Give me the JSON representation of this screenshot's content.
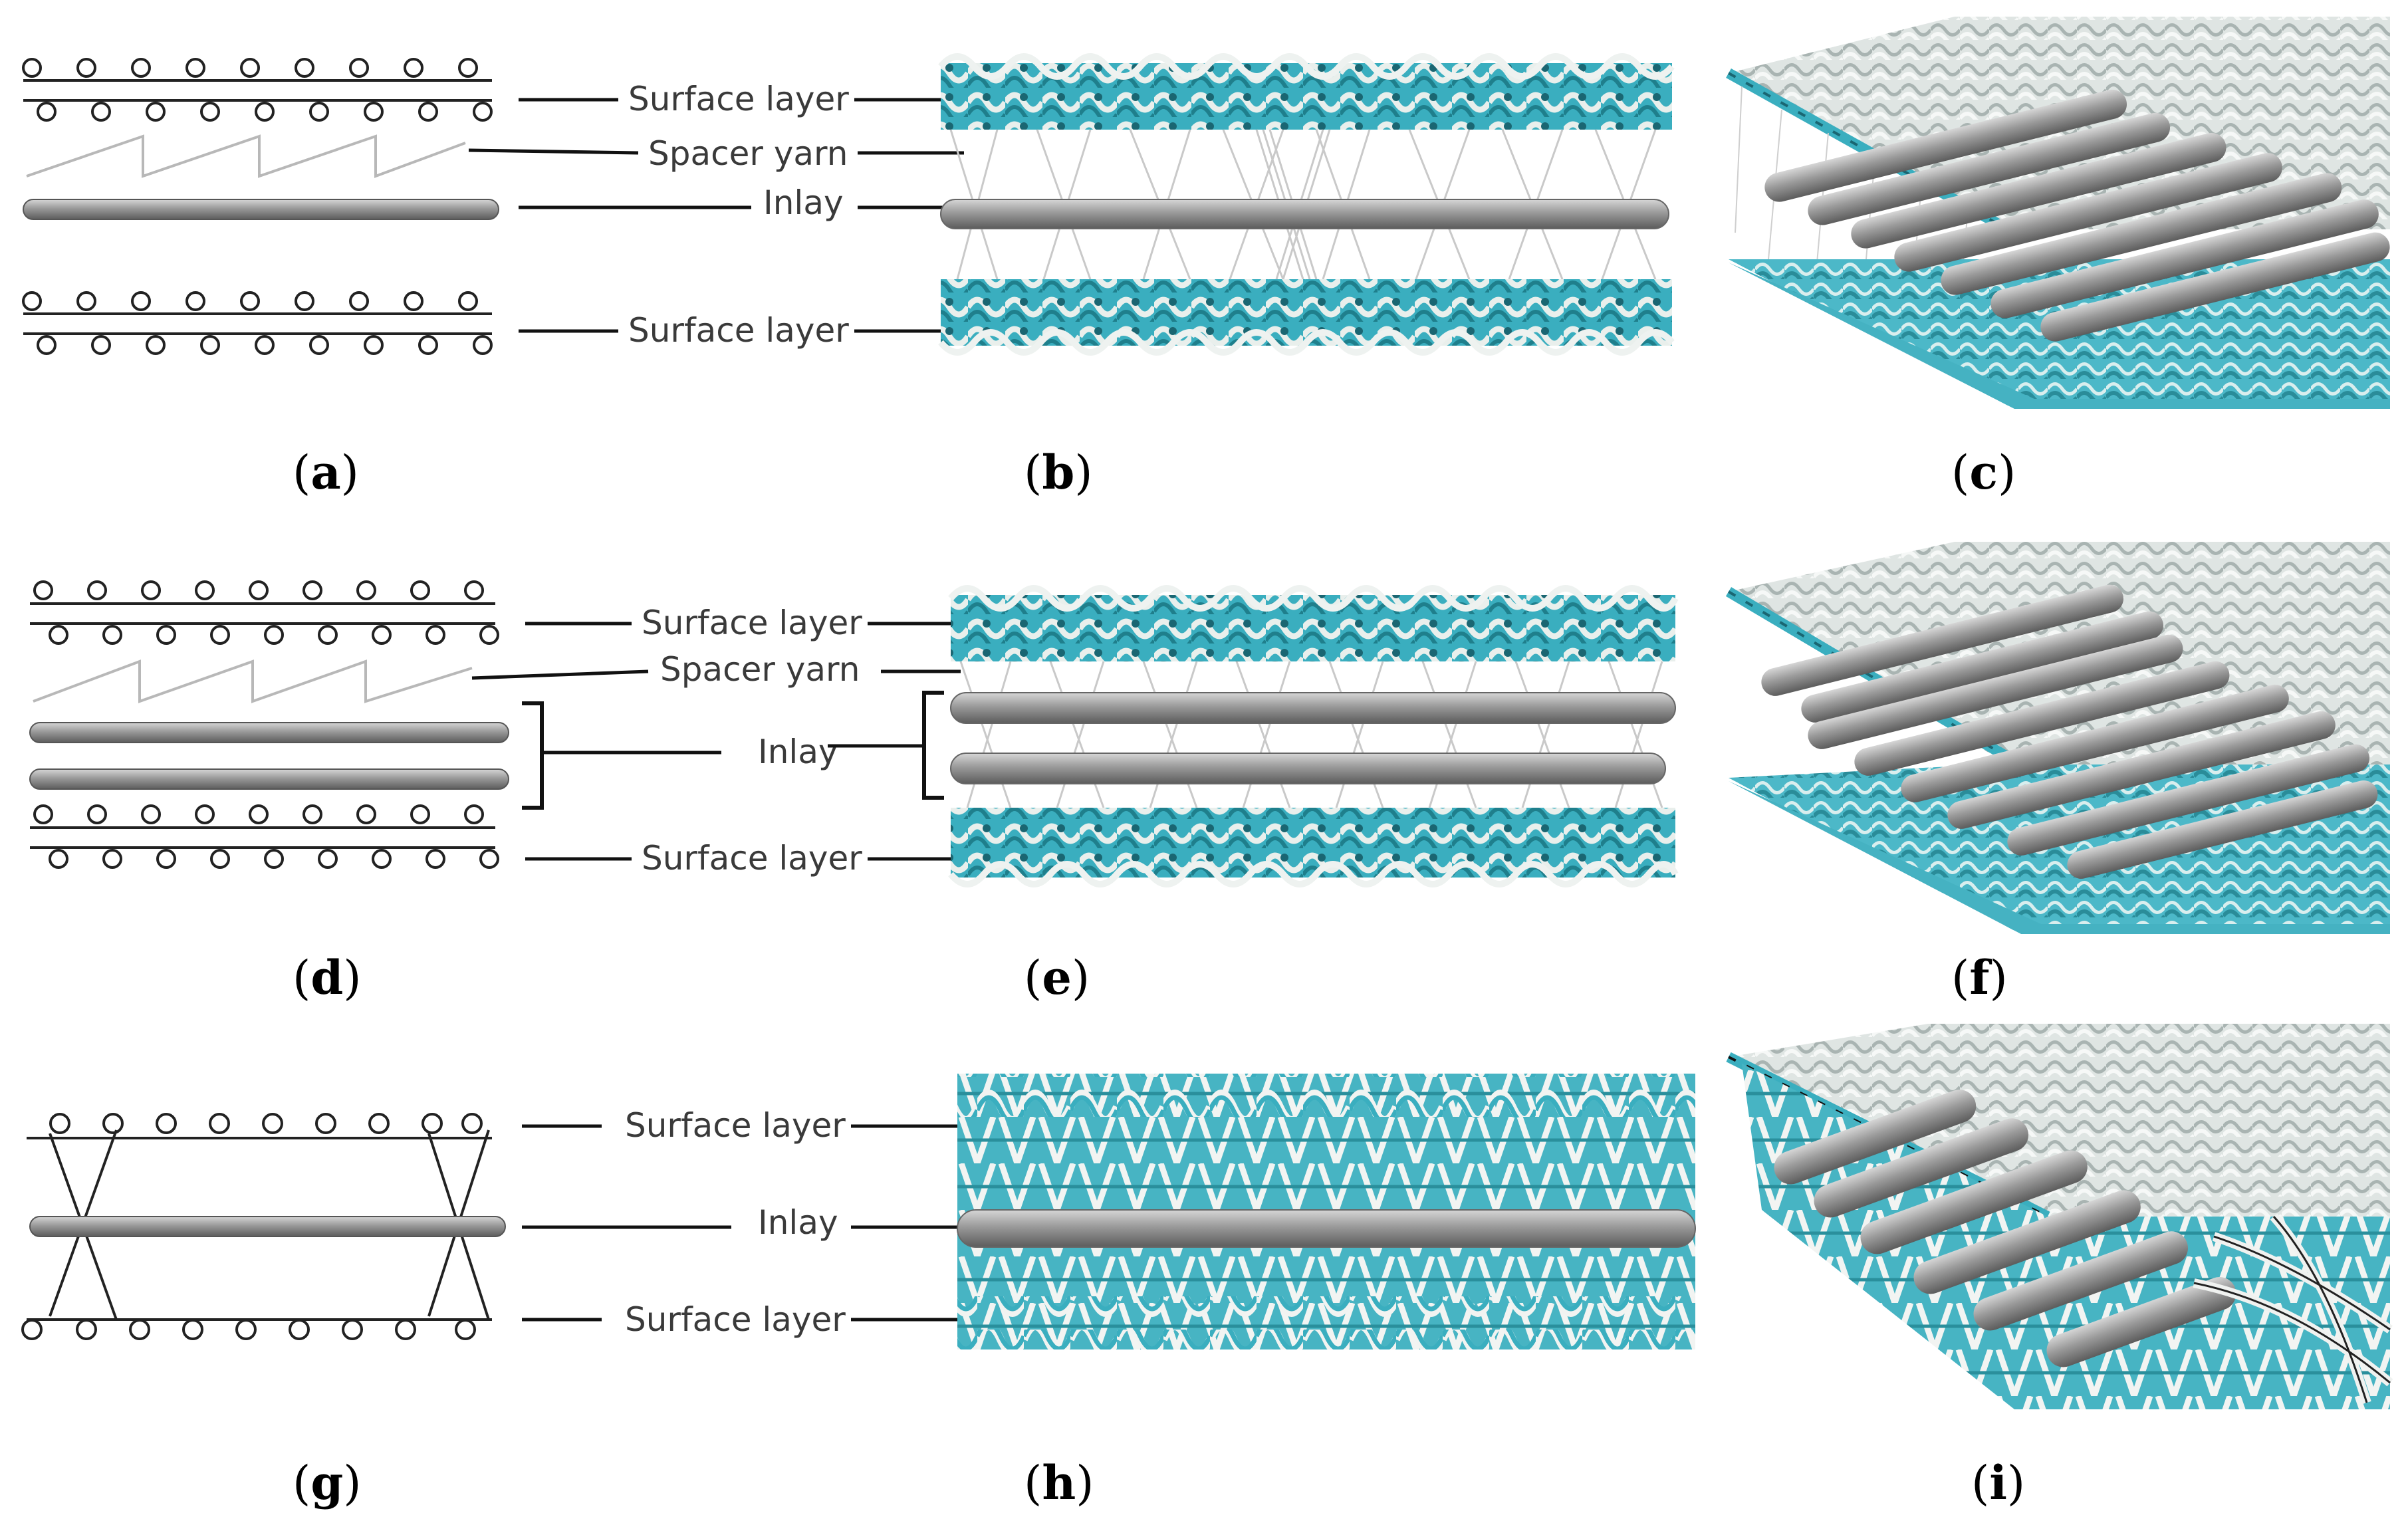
{
  "figure": {
    "rows": [
      {
        "labels": [
          "Surface layer",
          "Spacer yarn",
          "Inlay",
          "Surface layer"
        ],
        "captions": [
          "a",
          "b",
          "c"
        ]
      },
      {
        "labels": [
          "Surface layer",
          "Spacer yarn",
          "Inlay",
          "Surface layer"
        ],
        "captions": [
          "d",
          "e",
          "f"
        ]
      },
      {
        "labels": [
          "Surface layer",
          "Inlay",
          "Surface layer"
        ],
        "captions": [
          "g",
          "h",
          "i"
        ]
      }
    ]
  },
  "colors": {
    "knit_teal": "#3fb3c4",
    "knit_light": "#e6ecea",
    "inlay_grey": "#8f8f8f",
    "line_dark": "#222222",
    "spacer_grey": "#b8b8b8"
  }
}
